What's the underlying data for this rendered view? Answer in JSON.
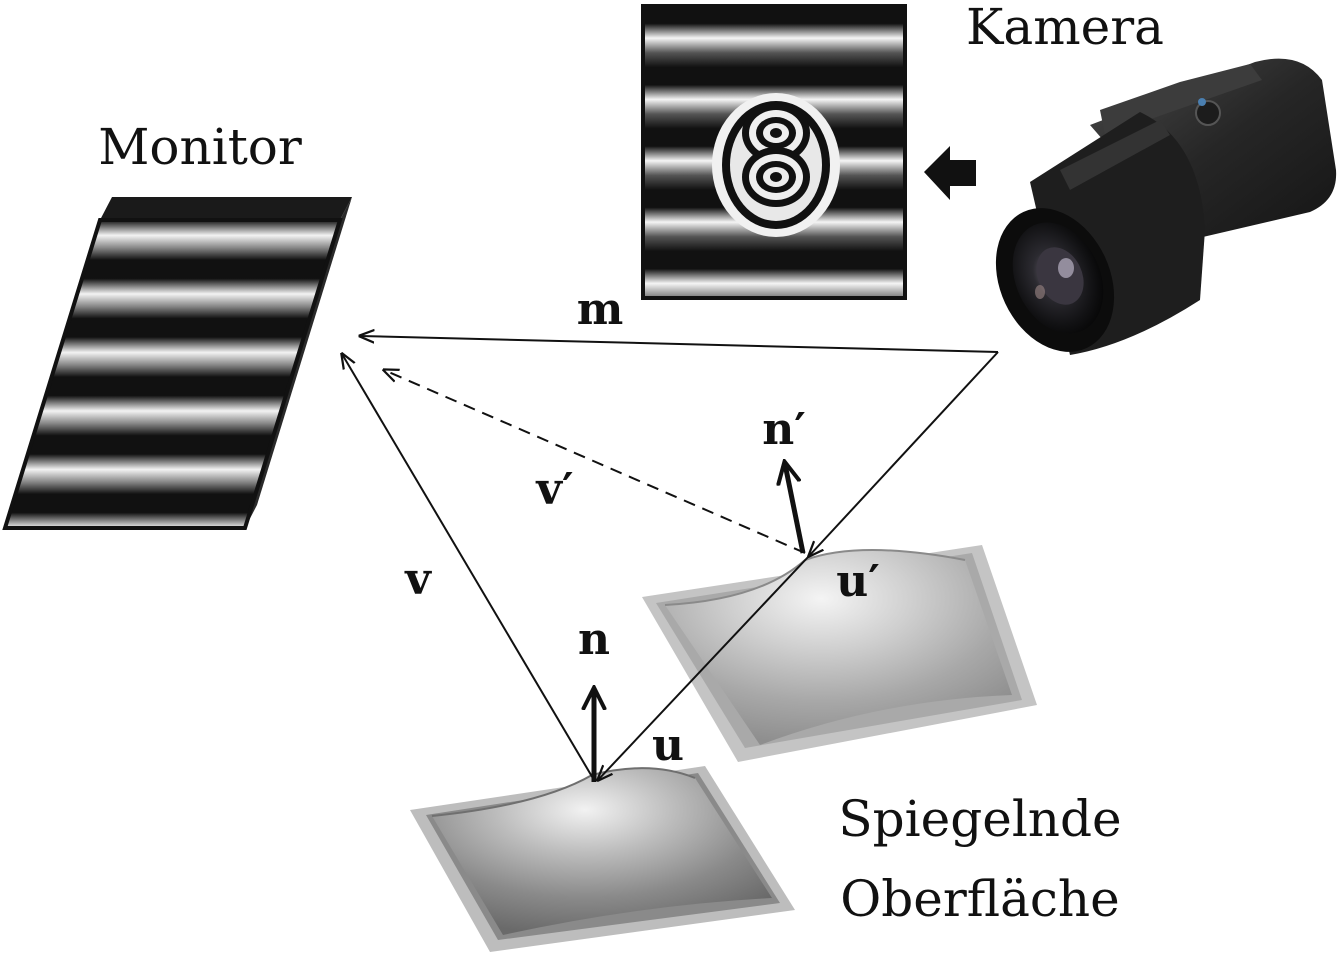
{
  "labels": {
    "monitor": "Monitor",
    "camera": "Kamera",
    "surface_line1": "Spiegelnde",
    "surface_line2": "Oberfläche"
  },
  "vectors": {
    "m": "m",
    "v": "v",
    "v_prime": "v′",
    "n": "n",
    "n_prime": "n′",
    "u": "u",
    "u_prime": "u′"
  },
  "icons": {
    "camera": "camera-icon",
    "arrow": "left-arrow-icon",
    "monitor": "striped-monitor-icon"
  },
  "colors": {
    "ink": "#111111",
    "stripe_dark": "#111111",
    "stripe_light": "#f4f4f4"
  }
}
